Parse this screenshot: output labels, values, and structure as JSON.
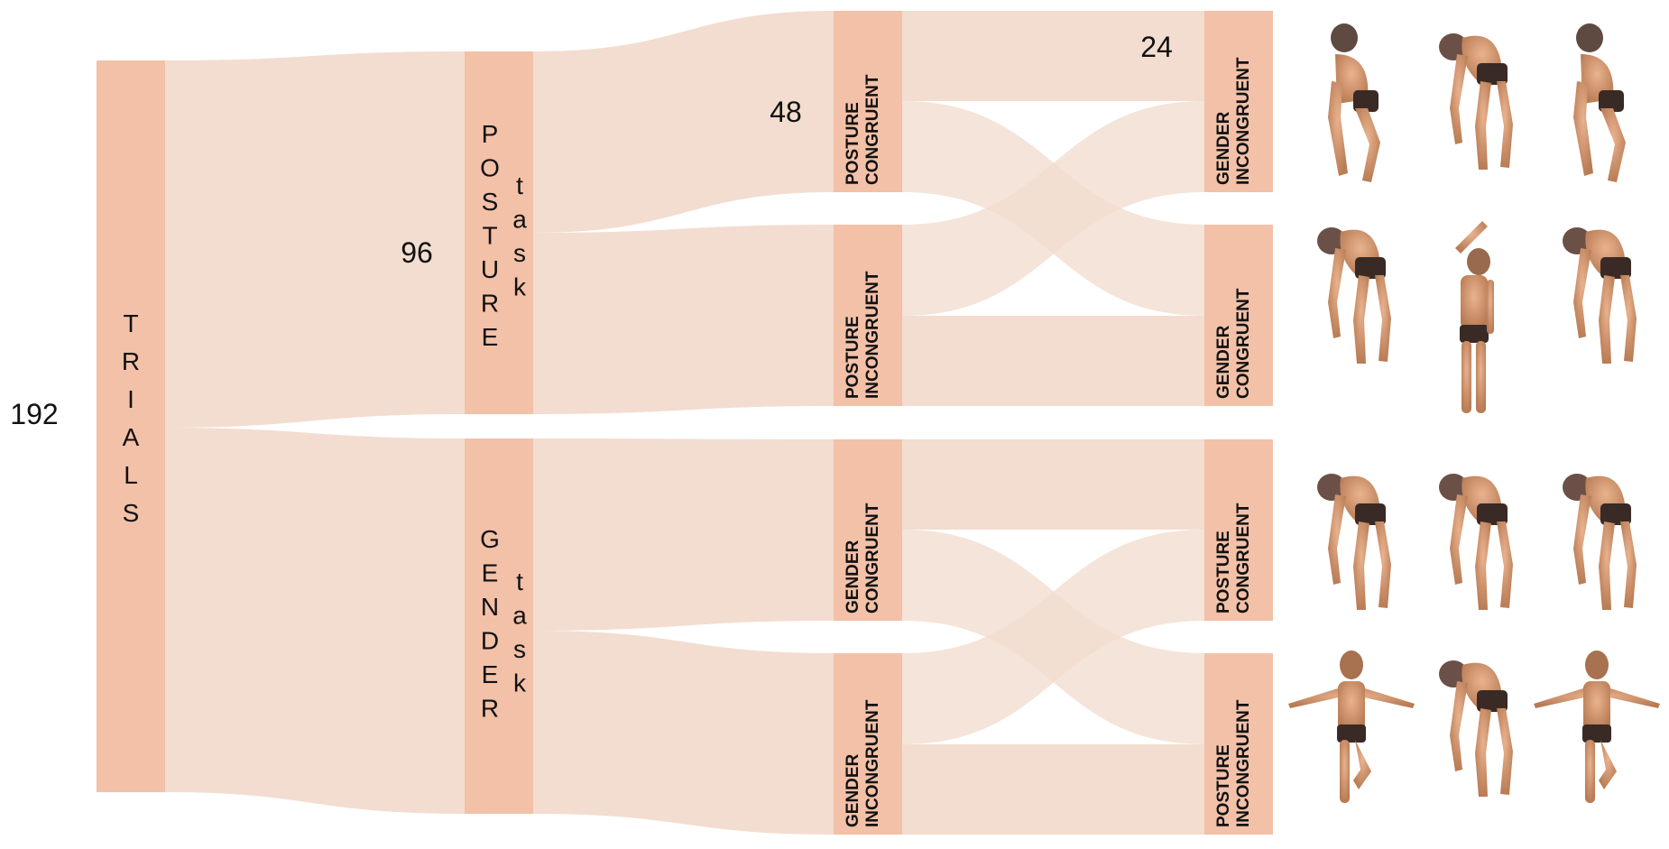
{
  "colors": {
    "node": "#f2c1a8",
    "flow": "#f3ddd0",
    "cross": "#eccab8",
    "text": "#111111"
  },
  "counts": {
    "total": "192",
    "task": "96",
    "condition": "48",
    "cell": "24"
  },
  "root": {
    "letters": [
      "T",
      "R",
      "I",
      "A",
      "L",
      "S"
    ]
  },
  "tasks": [
    {
      "letters": [
        "P",
        "O",
        "S",
        "T",
        "U",
        "R",
        "E"
      ],
      "task_letters": [
        "t",
        "a",
        "s",
        "k"
      ]
    },
    {
      "letters": [
        "G",
        "E",
        "N",
        "D",
        "E",
        "R"
      ],
      "task_letters": [
        "t",
        "a",
        "s",
        "k"
      ]
    }
  ],
  "conditions": [
    {
      "line1": "POSTURE",
      "line2": "CONGRUENT"
    },
    {
      "line1": "POSTURE",
      "line2": "INCONGRUENT"
    },
    {
      "line1": "GENDER",
      "line2": "CONGRUENT"
    },
    {
      "line1": "GENDER",
      "line2": "INCONGRUENT"
    }
  ],
  "cells": [
    {
      "line1": "GENDER",
      "line2": "INCONGRUENT"
    },
    {
      "line1": "GENDER",
      "line2": "CONGRUENT"
    },
    {
      "line1": "POSTURE",
      "line2": "CONGRUENT"
    },
    {
      "line1": "POSTURE",
      "line2": "INCONGRUENT"
    }
  ],
  "stimuli_rows": [
    {
      "figures": [
        "crouching-figure",
        "bending-figure",
        "crouching-figure"
      ]
    },
    {
      "figures": [
        "bending-figure",
        "arm-raised-figure",
        "bending-figure"
      ]
    },
    {
      "figures": [
        "bending-figure",
        "bending-figure",
        "bending-figure"
      ]
    },
    {
      "figures": [
        "balancing-figure",
        "bending-figure",
        "balancing-figure"
      ]
    }
  ]
}
